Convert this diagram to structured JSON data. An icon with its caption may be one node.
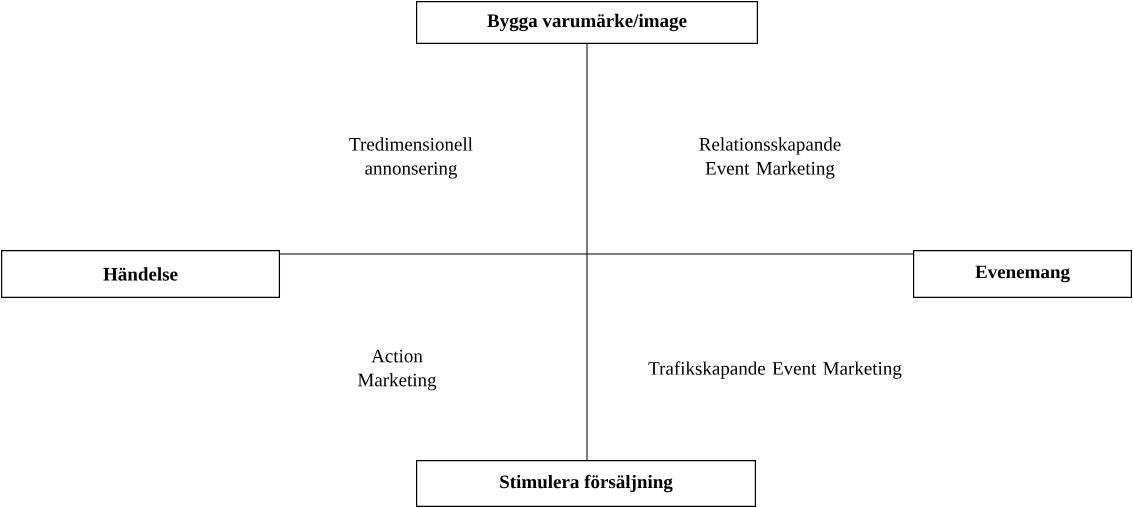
{
  "diagram": {
    "nodes": [
      {
        "text": [
          "Bygga varumärke/image"
        ]
      },
      {
        "text": [
          "Händelse"
        ]
      },
      {
        "text": [
          "Evenemang"
        ]
      },
      {
        "text": [
          "Stimulera försäljning"
        ]
      }
    ],
    "edges": [
      {
        "from": 0,
        "to": 3,
        "arrow": "none"
      },
      {
        "from": 1,
        "to": 2,
        "arrow": "none"
      }
    ],
    "labels": [
      "Tredimensionell annonsering",
      "Relationsskapande Event Marketing",
      "Action Marketing",
      "Trafikskapande Event Marketing"
    ]
  }
}
